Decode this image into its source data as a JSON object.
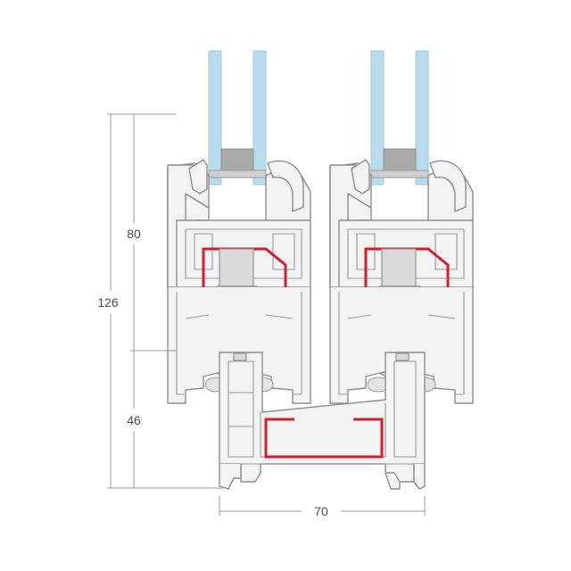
{
  "dimensions": {
    "sash_height": "80",
    "total_height": "126",
    "frame_height": "46",
    "frame_width": "70"
  },
  "colors": {
    "glass": "#b9dcec",
    "reinforcement": "#d21f2e",
    "profile": "#f3f3f3",
    "outline": "#8e8e8e"
  }
}
